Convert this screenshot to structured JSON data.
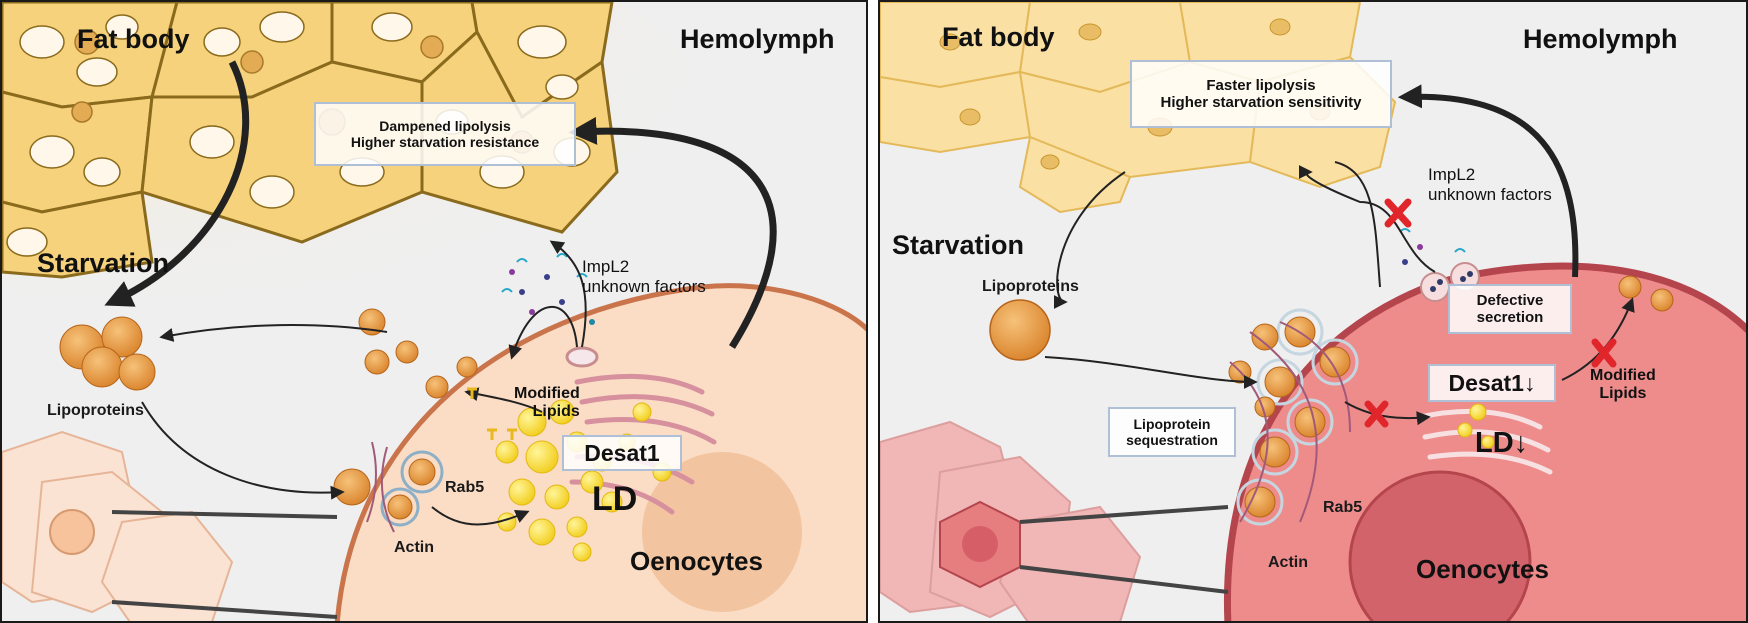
{
  "left": {
    "fat_body": "Fat body",
    "hemolymph": "Hemolymph",
    "starvation": "Starvation",
    "lipoproteins": "Lipoproteins",
    "effect_line1": "Dampened lipolysis",
    "effect_line2": "Higher starvation resistance",
    "impl2_line1": "ImpL2",
    "impl2_line2": "unknown factors",
    "modified_line1": "Modified",
    "modified_line2": "Lipids",
    "desat1": "Desat1",
    "ld": "LD",
    "rab5": "Rab5",
    "actin": "Actin",
    "oenocytes": "Oenocytes"
  },
  "right": {
    "fat_body": "Fat body",
    "hemolymph": "Hemolymph",
    "starvation": "Starvation",
    "lipoproteins": "Lipoproteins",
    "effect_line1": "Faster lipolysis",
    "effect_line2": "Higher starvation sensitivity",
    "impl2_line1": "ImpL2",
    "impl2_line2": "unknown factors",
    "defective_line1": "Defective",
    "defective_line2": "secretion",
    "desat1": "Desat1↓",
    "modified_line1": "Modified",
    "modified_line2": "Lipids",
    "sequestration_line1": "Lipoprotein",
    "sequestration_line2": "sequestration",
    "ld": "LD↓",
    "rab5": "Rab5",
    "actin": "Actin",
    "oenocytes": "Oenocytes"
  },
  "colors": {
    "background": "#efefef",
    "fat_body_fill": "#f6d27c",
    "fat_body_stroke": "#b08a2a",
    "oenocyte_left": "#fbdcc4",
    "oenocyte_right": "#ee8c8c",
    "oenocyte_edge_left": "#c9744a",
    "oenocyte_edge_right": "#b5454d",
    "lipoprotein": "#e59a3a",
    "lipid_droplet": "#f7e03d",
    "box_border": "#aebfd6",
    "inhibit_x": "#e0262b"
  }
}
